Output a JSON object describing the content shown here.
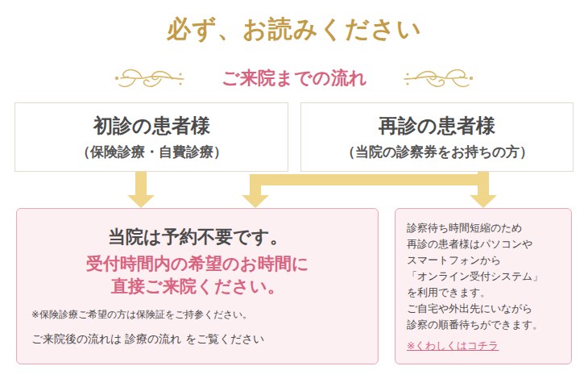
{
  "diagram": {
    "title": "必ず、お読みください",
    "nodes": [
      {
        "text": [
          "初診の患者様",
          "（保険診療・自費診療）"
        ]
      },
      {
        "text": [
          "再診の患者様",
          "（当院の診察券をお持ちの方）"
        ]
      },
      {
        "text": [
          "当院は予約不要です。",
          "受付時間内の希望のお時間に 直接ご来院ください。",
          "※保険診療ご希望の方は保険証をご持参ください。",
          "ご来院後の流れは 診療の流れ をご覧ください"
        ]
      },
      {
        "text": [
          "診察待ち時間短縮のため 再診の患者様はパソコンや スマートフォンから 「オンライン受付システム」 を利用できます。 ご自宅や外出先にいながら 診察の順番待ちができます。",
          "※くわしくはコチラ"
        ]
      }
    ],
    "edges": [
      {
        "from": 0,
        "to": 2,
        "arrow": "to"
      },
      {
        "from": 1,
        "to": 2,
        "arrow": "to"
      },
      {
        "from": 1,
        "to": 3,
        "arrow": "to"
      }
    ],
    "labels": [
      "ご来院までの流れ"
    ]
  }
}
